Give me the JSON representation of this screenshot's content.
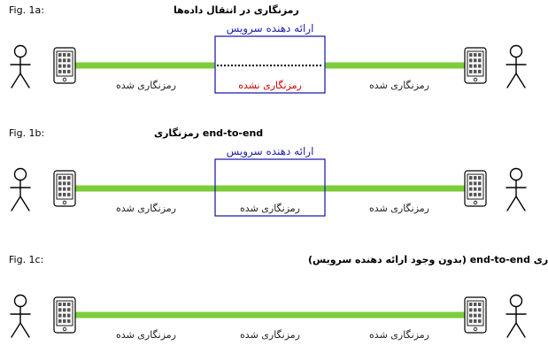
{
  "figures": [
    {
      "id": "1a",
      "fig_label": "Fig. 1a:",
      "title": "رمزنگاری در انتقال داده‌ها",
      "provider_label": "ارائه دهنده سرویس",
      "has_provider": true,
      "middle_encrypted": false,
      "segments": [
        "رمزنگاری شده",
        "رمزنگاری نشده",
        "رمزنگاری شده"
      ]
    },
    {
      "id": "1b",
      "fig_label": "Fig. 1b:",
      "title": "end-to-end رمزنگاری",
      "provider_label": "ارائه دهنده سرویس",
      "has_provider": true,
      "middle_encrypted": true,
      "segments": [
        "رمزنگاری شده",
        "رمزنگاری شده",
        "رمزنگاری شده"
      ]
    },
    {
      "id": "1c",
      "fig_label": "Fig. 1c:",
      "title": "رمزنگاری end-to-end (بدون وجود ارائه دهنده سرویس)",
      "provider_label": "",
      "has_provider": false,
      "middle_encrypted": true,
      "segments": [
        "رمزنگاری شده",
        "رمزنگاری شده",
        "رمزنگاری شده"
      ]
    }
  ],
  "colors": {
    "encrypted_line": "#7dcc3a",
    "unencrypted_line": "#000000",
    "provider_box": "#2222aa",
    "provider_text": "#2222aa",
    "unencrypted_text": "#d40000"
  },
  "icons": {
    "person": "person-icon",
    "phone": "phone-icon"
  }
}
